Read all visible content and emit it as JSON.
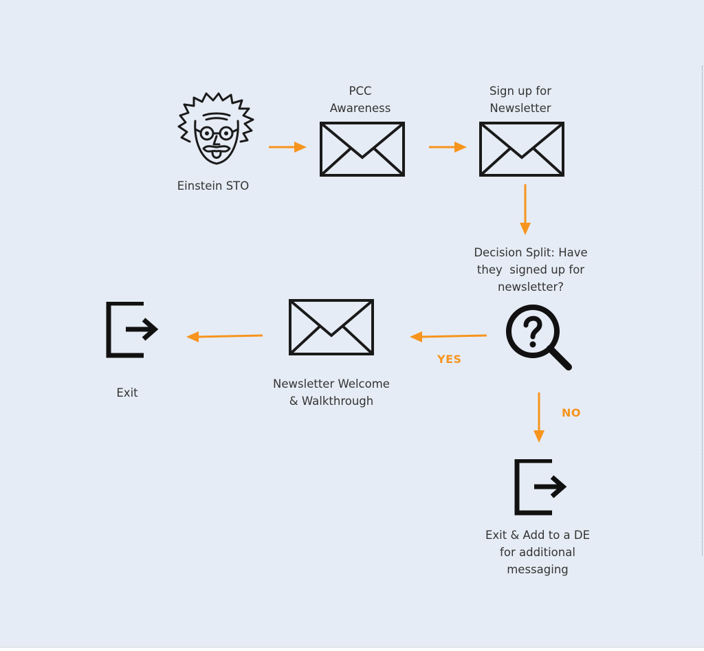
{
  "colors": {
    "background": "#e6ecf5",
    "arrow": "#f7941d",
    "icon": "#1a1a1a",
    "branch_label": "#f7941d"
  },
  "nodes": {
    "einstein": {
      "icon": "einstein-face-icon",
      "line1": "Einstein STO",
      "line2": ""
    },
    "pcc": {
      "icon": "envelope-icon",
      "line1": "PCC",
      "line2": "Awareness"
    },
    "signup": {
      "icon": "envelope-icon",
      "line1": "Sign up for",
      "line2": "Newsletter"
    },
    "decision": {
      "icon": "magnifier-question-icon",
      "line1": "Decision Split: Have",
      "line2": "they  signed up for",
      "line3": "newsletter?"
    },
    "welcome": {
      "icon": "envelope-icon",
      "line1": "Newsletter Welcome",
      "line2": "& Walkthrough"
    },
    "exit_left": {
      "icon": "exit-icon",
      "line1": "Exit"
    },
    "exit_de": {
      "icon": "exit-icon",
      "line1": "Exit & Add to a DE",
      "line2": "for additional",
      "line3": "messaging"
    }
  },
  "branches": {
    "yes": "YES",
    "no": "NO"
  }
}
